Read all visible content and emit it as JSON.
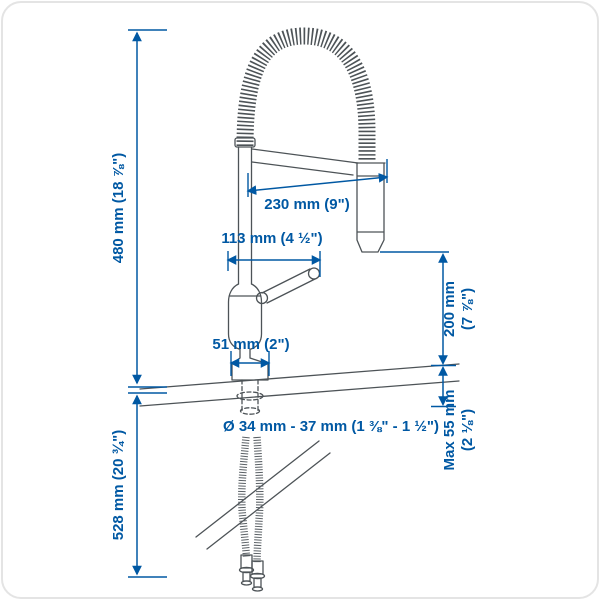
{
  "colors": {
    "accent": "#0058a3",
    "artwork_line": "#4d5357",
    "background": "#ffffff"
  },
  "dimensions": {
    "total_height": "480 mm (18 ⅞\")",
    "spout_reach": "230 mm (9\")",
    "handle_width": "113 mm (4 ½\")",
    "base_width": "51 mm (2\")",
    "spray_clearance_line1": "200 mm",
    "spray_clearance_line2": "(7 ⅞\")",
    "max_deck_thickness_line1": "Max 55 mm",
    "max_deck_thickness_line2": "(2 ⅛\")",
    "hole_diameter": "Ø 34 mm - 37 mm (1 ⅜\" - 1 ½\")",
    "below_counter_length": "528 mm (20 ¾\")"
  }
}
